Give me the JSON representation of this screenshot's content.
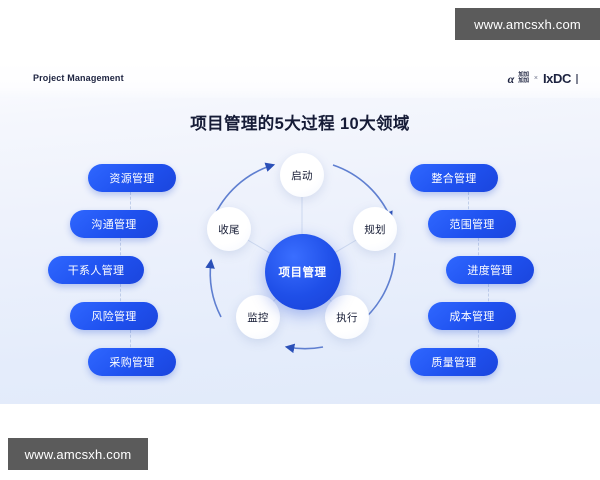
{
  "watermarks": {
    "top": "www.amcsxh.com",
    "bottom": "www.amcsxh.com"
  },
  "slide": {
    "kicker": "Project Management",
    "title": "项目管理的5大过程 10大领域",
    "brand": {
      "alpha_mark": "α",
      "alpha_cn": "加加\n加加",
      "separator": "×",
      "name": "IxDC"
    }
  },
  "left_column": {
    "heading_hidden": "",
    "items": [
      {
        "label": "资源管理"
      },
      {
        "label": "沟通管理"
      },
      {
        "label": "干系人管理"
      },
      {
        "label": "风险管理"
      },
      {
        "label": "采购管理"
      }
    ]
  },
  "right_column": {
    "items": [
      {
        "label": "整合管理"
      },
      {
        "label": "范围管理"
      },
      {
        "label": "进度管理"
      },
      {
        "label": "成本管理"
      },
      {
        "label": "质量管理"
      }
    ]
  },
  "cycle": {
    "center": "项目管理",
    "nodes": [
      {
        "id": "start",
        "label": "启动"
      },
      {
        "id": "plan",
        "label": "规划"
      },
      {
        "id": "exec",
        "label": "执行"
      },
      {
        "id": "mon",
        "label": "监控"
      },
      {
        "id": "close",
        "label": "收尾"
      }
    ]
  },
  "colors": {
    "pill_blue": "#1f51ef",
    "core_blue": "#1f4fe8",
    "title_ink": "#151b36",
    "slide_bg_top": "#fdfdff",
    "slide_bg_bottom": "#e1eafa",
    "watermark_bg": "#5b5b5b",
    "arrow_blue": "#2b50b8",
    "dash_line": "#b9c8e6"
  }
}
